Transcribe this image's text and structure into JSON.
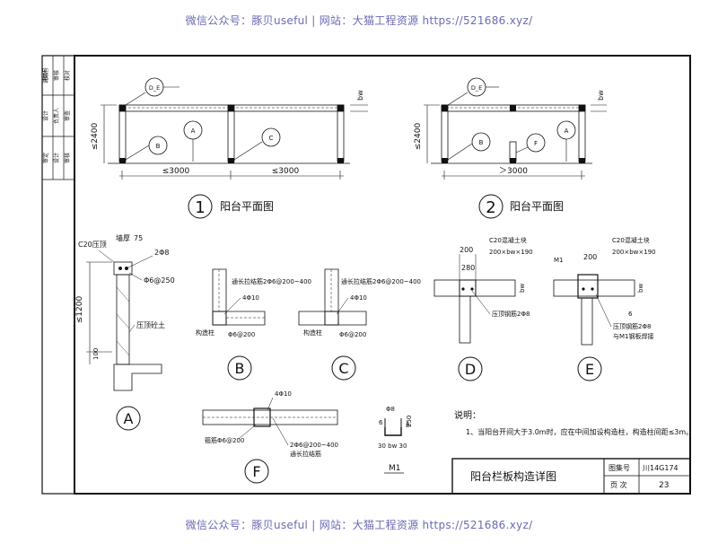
{
  "watermark": {
    "top": "微信公众号：豚贝useful | 网站：大猫工程资源 https://521686.xyz/",
    "bottom": "微信公众号：豚贝useful | 网站：大猫工程资源 https://521686.xyz/"
  },
  "side_table": [
    "说明号",
    "审核",
    "校对",
    "设计",
    "负责人",
    "审查",
    "审定",
    "设计",
    "审核",
    "校对"
  ],
  "plan1": {
    "num": "1",
    "title": "阳台平面图",
    "dim_v": "≤2400",
    "dim_h1": "≤3000",
    "dim_h2": "≤3000",
    "mark_top": "D_E",
    "mark_left": "B",
    "mark_mid": "A",
    "mark_right": "C",
    "bw": "bw"
  },
  "plan2": {
    "num": "2",
    "title": "阳台平面图",
    "dim_v": "≤2400",
    "dim_h": "＞3000",
    "mark_top": "D_E",
    "mark_left": "B",
    "mark_mid": "F",
    "mark_right": "A",
    "bw": "bw"
  },
  "detailA": {
    "label": "A",
    "top_note": "C20压顶",
    "wall": "墙厚",
    "t75": "75",
    "bar_top": "2Φ8",
    "stirrup": "Φ6@250",
    "height": "≤1200",
    "base": "100",
    "slab": "压顶砼土"
  },
  "detailB": {
    "label": "B",
    "note_top": "通长拉结筋2Φ6@200~400",
    "bar": "4Φ10",
    "col": "构造柱",
    "stirrup": "Φ6@200"
  },
  "detailC": {
    "label": "C",
    "note_top": "通长拉结筋2Φ6@200~400",
    "bar": "4Φ10",
    "col": "构造柱",
    "stirrup": "Φ6@200"
  },
  "detailD": {
    "label": "D",
    "note_top": "C20混凝土块",
    "note_size": "200×bw×190",
    "d200": "200",
    "d280": "280",
    "bw": "bw",
    "bar": "压顶钢筋2Φ8"
  },
  "detailE": {
    "label": "E",
    "note_top": "C20混凝土块",
    "note_size": "200×bw×190",
    "m1": "M1",
    "d200": "200",
    "bw": "bw",
    "bar": "压顶钢筋2Φ8",
    "weld": "与M1钢板焊接",
    "g": "6"
  },
  "detailF": {
    "label": "F",
    "bar": "4Φ10",
    "stirrup": "箍筋Φ6@200",
    "tie": "2Φ6@200~400",
    "tie2": "通长拉结筋"
  },
  "m1": {
    "label": "M1",
    "bar": "Φ8",
    "d6": "6",
    "d8": "8",
    "d250": "250",
    "bottom": "30 bw 30"
  },
  "notes": {
    "heading": "说明：",
    "item1": "1、当阳台开间大于3.0m时，应在中间加设构造柱，构造柱间距≤3m。"
  },
  "titleblock": {
    "title": "阳台栏板构造详图",
    "atlas_label": "图集号",
    "atlas_value": "川14G174",
    "page_label": "页 次",
    "page_value": "23"
  }
}
